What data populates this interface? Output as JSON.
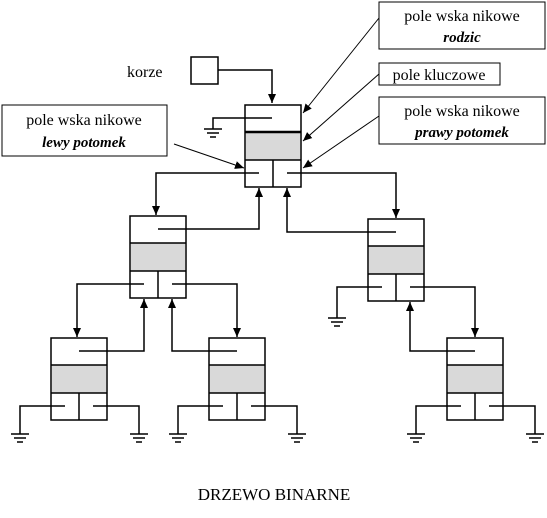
{
  "diagram": {
    "caption": "DRZEWO BINARNE",
    "root_pointer_label": "korze",
    "callouts": {
      "parent": {
        "line1": "pole wska nikowe",
        "line2": "rodzic"
      },
      "key": {
        "line1": "pole kluczowe"
      },
      "right_child": {
        "line1": "pole wska nikowe",
        "line2": "prawy potomek"
      },
      "left_child": {
        "line1": "pole wska nikowe",
        "line2": "lewy potomek"
      }
    },
    "colors": {
      "stroke": "#000000",
      "key_fill": "#d9d9d9",
      "background": "#ffffff"
    },
    "icons": [
      "ground-symbol-icon",
      "arrowhead-icon"
    ],
    "tree": {
      "levels": 3,
      "nodes": [
        {
          "id": "root",
          "parent": null,
          "left": "L",
          "right": "R"
        },
        {
          "id": "L",
          "parent": "root",
          "left": "LL",
          "right": "LR"
        },
        {
          "id": "R",
          "parent": "root",
          "left": null,
          "right": "RR"
        },
        {
          "id": "LL",
          "parent": "L",
          "left": null,
          "right": null
        },
        {
          "id": "LR",
          "parent": "L",
          "left": null,
          "right": null
        },
        {
          "id": "RR",
          "parent": "R",
          "left": null,
          "right": null
        }
      ]
    }
  }
}
